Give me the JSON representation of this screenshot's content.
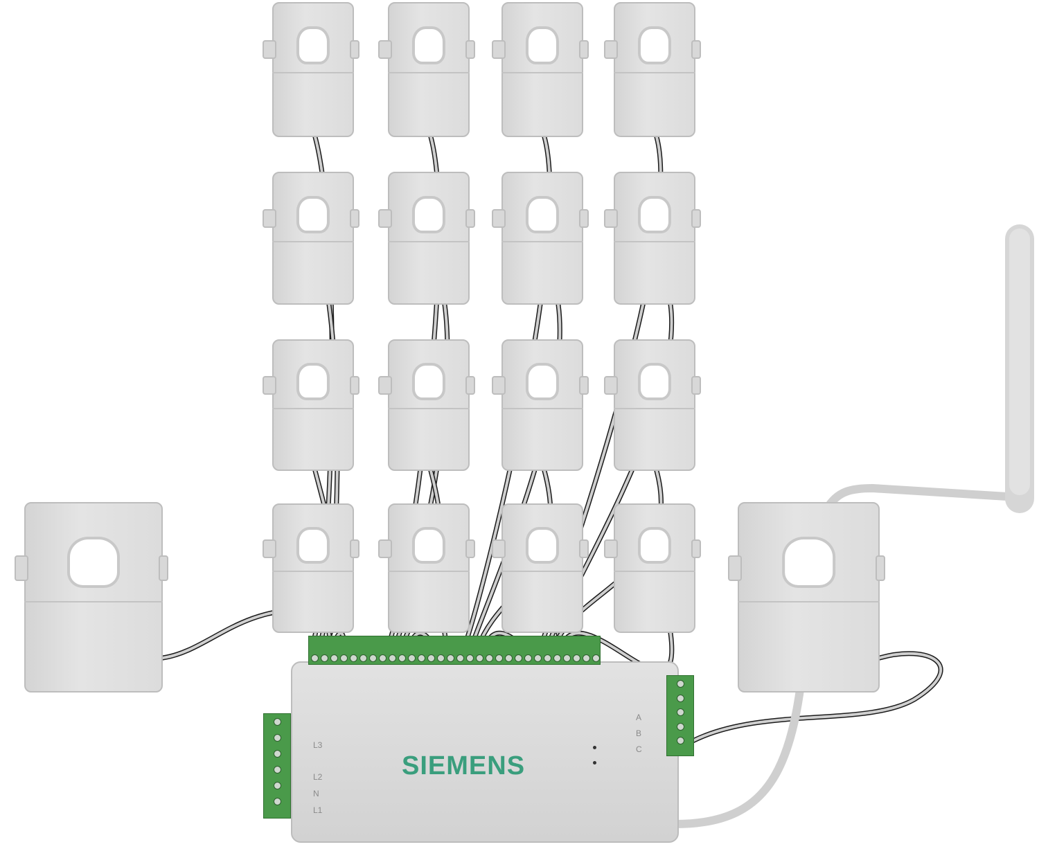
{
  "device": {
    "brand": "SIEMENS",
    "left_labels": [
      "L3",
      "L2",
      "N",
      "L1"
    ],
    "right_labels": [
      "A",
      "B",
      "C"
    ]
  },
  "colors": {
    "brand": "#3a9e7d",
    "terminal": "#4a9a4a",
    "housing": "#dcdcdc"
  }
}
